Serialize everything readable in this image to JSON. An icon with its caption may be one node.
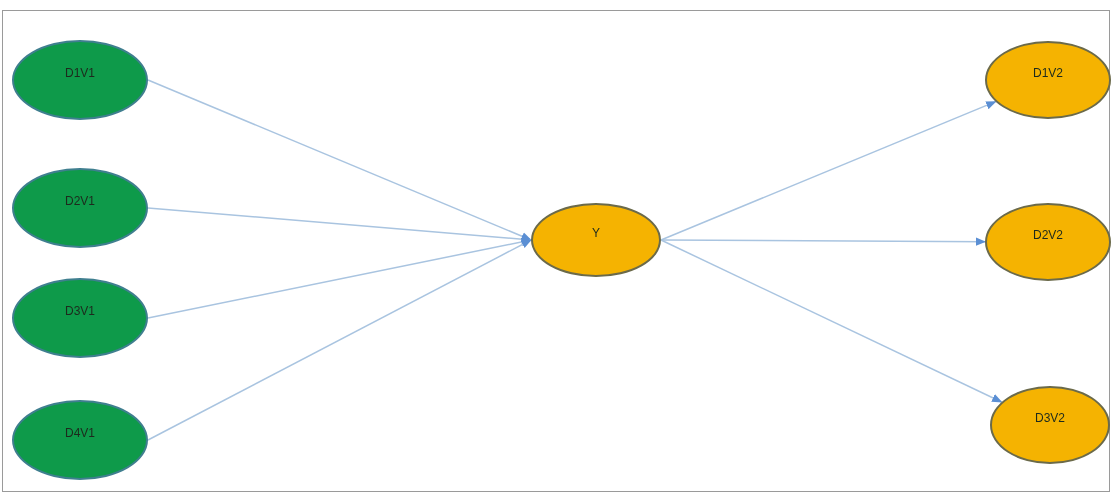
{
  "diagram": {
    "nodes": [
      {
        "text": [
          "D1V1"
        ]
      },
      {
        "text": [
          "D2V1"
        ]
      },
      {
        "text": [
          "D3V1"
        ]
      },
      {
        "text": [
          "D4V1"
        ]
      },
      {
        "text": [
          "Y"
        ]
      },
      {
        "text": [
          "D1V2"
        ]
      },
      {
        "text": [
          "D2V2"
        ]
      },
      {
        "text": [
          "D3V2"
        ]
      }
    ],
    "edges": [
      {
        "from": 0,
        "to": 4,
        "arrow": "to"
      },
      {
        "from": 1,
        "to": 4,
        "arrow": "to"
      },
      {
        "from": 2,
        "to": 4,
        "arrow": "to"
      },
      {
        "from": 3,
        "to": 4,
        "arrow": "to"
      },
      {
        "from": 4,
        "to": 5,
        "arrow": "to"
      },
      {
        "from": 4,
        "to": 6,
        "arrow": "to"
      },
      {
        "from": 4,
        "to": 7,
        "arrow": "to"
      }
    ]
  }
}
